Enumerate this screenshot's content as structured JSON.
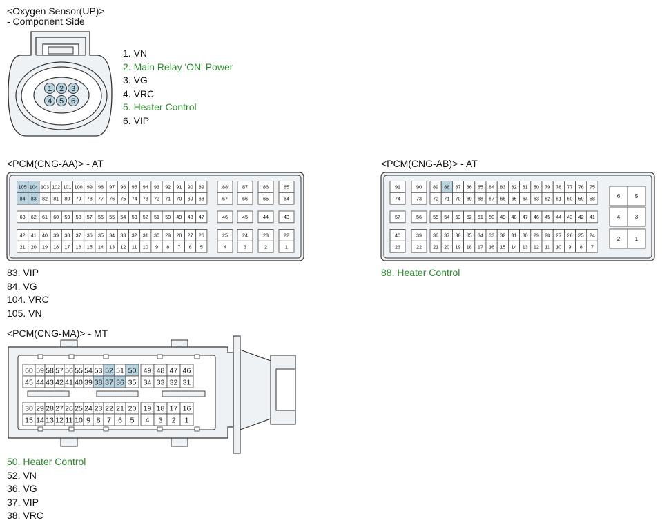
{
  "oxygen_sensor": {
    "title": "<Oxygen Sensor(UP)>",
    "subtitle": "- Component Side",
    "face_pins": [
      [
        "1",
        "2",
        "3"
      ],
      [
        "4",
        "5",
        "6"
      ]
    ],
    "pins": [
      {
        "text": "1. VN",
        "highlight": false
      },
      {
        "text": "2. Main Relay 'ON' Power",
        "highlight": true
      },
      {
        "text": "3. VG",
        "highlight": false
      },
      {
        "text": "4. VRC",
        "highlight": false
      },
      {
        "text": "5. Heater Control",
        "highlight": true
      },
      {
        "text": "6. VIP",
        "highlight": false
      }
    ]
  },
  "pcm_aa": {
    "title": "<PCM(CNG-AA)> - AT",
    "main_rows": [
      [
        "105",
        "104",
        "103",
        "102",
        "101",
        "100",
        "99",
        "98",
        "97",
        "96",
        "95",
        "94",
        "93",
        "92",
        "91",
        "90",
        "89"
      ],
      [
        "84",
        "83",
        "82",
        "81",
        "80",
        "79",
        "78",
        "77",
        "76",
        "75",
        "74",
        "73",
        "72",
        "71",
        "70",
        "69",
        "68"
      ],
      [
        "63",
        "62",
        "61",
        "60",
        "59",
        "58",
        "57",
        "56",
        "55",
        "54",
        "53",
        "52",
        "51",
        "50",
        "49",
        "48",
        "47"
      ],
      [
        "42",
        "41",
        "40",
        "39",
        "38",
        "37",
        "36",
        "35",
        "34",
        "33",
        "32",
        "31",
        "30",
        "29",
        "28",
        "27",
        "26"
      ],
      [
        "21",
        "20",
        "19",
        "18",
        "17",
        "16",
        "15",
        "14",
        "13",
        "12",
        "11",
        "10",
        "9",
        "8",
        "7",
        "6",
        "5"
      ]
    ],
    "side_cols": [
      [
        "88",
        "67",
        "46",
        "25",
        "4"
      ],
      [
        "87",
        "66",
        "45",
        "24",
        "3"
      ],
      [
        "86",
        "65",
        "44",
        "23",
        "2"
      ],
      [
        "85",
        "64",
        "43",
        "22",
        "1"
      ]
    ],
    "highlighted": [
      "105",
      "104",
      "84",
      "83"
    ],
    "pins": [
      {
        "text": "83. VIP",
        "highlight": false
      },
      {
        "text": "84. VG",
        "highlight": false
      },
      {
        "text": "104. VRC",
        "highlight": false
      },
      {
        "text": "105. VN",
        "highlight": false
      }
    ]
  },
  "pcm_ab": {
    "title": "<PCM(CNG-AB)> - AT",
    "left_cols": [
      [
        "91",
        "74",
        "57",
        "40",
        "23"
      ],
      [
        "90",
        "73",
        "56",
        "39",
        "22"
      ]
    ],
    "main_rows": [
      [
        "89",
        "88",
        "87",
        "86",
        "85",
        "84",
        "83",
        "82",
        "81",
        "80",
        "79",
        "78",
        "77",
        "76",
        "75"
      ],
      [
        "72",
        "71",
        "70",
        "69",
        "68",
        "67",
        "66",
        "65",
        "64",
        "63",
        "62",
        "61",
        "60",
        "59",
        "58"
      ],
      [
        "55",
        "54",
        "53",
        "52",
        "51",
        "50",
        "49",
        "48",
        "47",
        "46",
        "45",
        "44",
        "43",
        "42",
        "41"
      ],
      [
        "38",
        "37",
        "36",
        "35",
        "34",
        "33",
        "32",
        "31",
        "30",
        "29",
        "28",
        "27",
        "26",
        "25",
        "24"
      ],
      [
        "21",
        "20",
        "19",
        "18",
        "17",
        "16",
        "15",
        "14",
        "13",
        "12",
        "11",
        "10",
        "9",
        "8",
        "7"
      ]
    ],
    "right_grid": [
      [
        "6",
        "5"
      ],
      [
        "4",
        "3"
      ],
      [
        "2",
        "1"
      ]
    ],
    "highlighted": [
      "88"
    ],
    "pins": [
      {
        "text": "88. Heater Control",
        "highlight": true
      }
    ]
  },
  "pcm_ma": {
    "title": "<PCM(CNG-MA)> - MT",
    "rows": [
      [
        "60",
        "59",
        "58",
        "57",
        "56",
        "55",
        "54",
        "53",
        "52",
        "51",
        "50",
        "49",
        "48",
        "47",
        "46"
      ],
      [
        "45",
        "44",
        "43",
        "42",
        "41",
        "40",
        "39",
        "38",
        "37",
        "36",
        "35",
        "34",
        "33",
        "32",
        "31"
      ],
      [
        "30",
        "29",
        "28",
        "27",
        "26",
        "25",
        "24",
        "23",
        "22",
        "21",
        "20",
        "19",
        "18",
        "17",
        "16"
      ],
      [
        "15",
        "14",
        "13",
        "12",
        "11",
        "10",
        "9",
        "8",
        "7",
        "6",
        "5",
        "4",
        "3",
        "2",
        "1"
      ]
    ],
    "highlighted": [
      "52",
      "50",
      "38",
      "37",
      "36"
    ],
    "pins": [
      {
        "text": "50. Heater Control",
        "highlight": true
      },
      {
        "text": "52. VN",
        "highlight": false
      },
      {
        "text": "36. VG",
        "highlight": false
      },
      {
        "text": "37. VIP",
        "highlight": false
      },
      {
        "text": "38. VRC",
        "highlight": false
      }
    ]
  },
  "colors": {
    "highlight_fill": "#b8d4e0",
    "pin_green": "#2a8a2a",
    "body_fill": "#eef2f4",
    "cell_fill": "#ffffff",
    "stroke": "#333333"
  }
}
